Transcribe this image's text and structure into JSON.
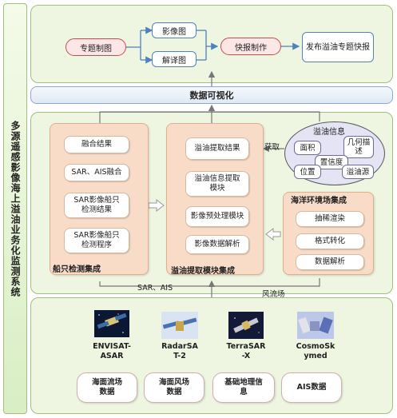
{
  "side_title": "多源遥感影像海上溢油业务化监测系统",
  "top": {
    "topic_mapping": "专题制图",
    "image_map": "影像图",
    "interpretation_map": "解译图",
    "quick_report": "快报制作",
    "publish": "发布溢油专题快报"
  },
  "visualization": "数据可视化",
  "ship_module": {
    "title": "船只检测集成",
    "items": [
      "融合结果",
      "SAR、AIS融合",
      "SAR影像船只检测结果",
      "SAR影像船只检测程序"
    ]
  },
  "oil_module": {
    "title": "溢油提取模块集成",
    "items": [
      "溢油提取结果",
      "溢油信息提取模块",
      "影像预处理模块",
      "影像数据解析"
    ]
  },
  "ocean_module": {
    "title": "海洋环境场集成",
    "items": [
      "抽稀渲染",
      "格式转化",
      "数据解析"
    ]
  },
  "oil_info": {
    "title": "溢油信息",
    "items": [
      "面积",
      "几何描述",
      "置信度",
      "位置",
      "溢油源"
    ]
  },
  "labels": {
    "acquire": "获取",
    "sar_ais": "SAR、AIS",
    "wind_current": "风流场"
  },
  "satellites": [
    {
      "name": "ENVISAT-ASAR"
    },
    {
      "name": "RadarSAT-2"
    },
    {
      "name": "TerraSAR-X"
    },
    {
      "name": "CosmoSkymed"
    }
  ],
  "satellite_lines": [
    [
      "ENVISAT-",
      "ASAR"
    ],
    [
      "RadarSA",
      "T-2"
    ],
    [
      "TerraSAR",
      "-X"
    ],
    [
      "CosmoSk",
      "ymed"
    ]
  ],
  "data_sources": [
    [
      "海面流场",
      "数据"
    ],
    [
      "海面风场",
      "数据"
    ],
    [
      "基础地理信",
      "息"
    ],
    [
      "AIS数据"
    ]
  ],
  "colors": {
    "panel_bg": "#eef6e1",
    "module_bg": "#f8dcc8",
    "pink_box": "#fde6e6",
    "pink_border": "#c0504d",
    "blue_border": "#4f81bd",
    "arrow": "#4f81bd"
  }
}
